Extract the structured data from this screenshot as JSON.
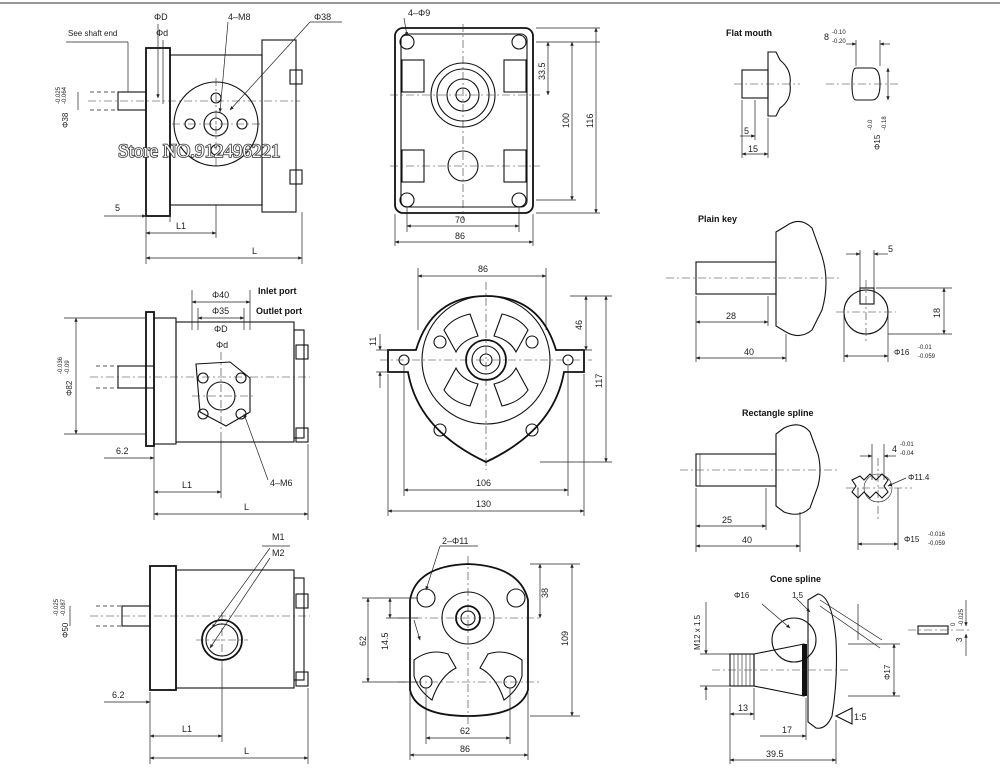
{
  "watermark": "Store NO.912496221",
  "views": {
    "top_left": {
      "see_shaft_end": "See shaft end",
      "phiD": "ΦD",
      "phid": "Φd",
      "bolts": "4–M8",
      "phi38": "Φ38",
      "shaft_dia": "Φ38",
      "shaft_tol_upper": "-0.025",
      "shaft_tol_lower": "-0.064",
      "dim_5": "5",
      "dim_L1": "L1",
      "dim_L": "L"
    },
    "top_middle": {
      "holes": "4–Φ9",
      "dim_33_5": "33.5",
      "dim_100": "100",
      "dim_116": "116",
      "dim_70": "70",
      "dim_86": "86"
    },
    "flat_mouth": {
      "title": "Flat mouth",
      "dim_8": "8",
      "tol_8_upper": "-0.10",
      "tol_8_lower": "-0.20",
      "dim_5": "5",
      "dim_15": "15",
      "dia": "Φ15",
      "dia_tol_upper": "-0.0",
      "dia_tol_lower": "-0.18"
    },
    "mid_left": {
      "phi40": "Φ40",
      "phi35": "Φ35",
      "inlet": "Inlet port",
      "outlet": "Outlet port",
      "phiD": "ΦD",
      "phid": "Φd",
      "shaft_dia": "Φ82",
      "shaft_tol_upper": "-0.036",
      "shaft_tol_lower": "-0.09",
      "bolts": "4–M6",
      "dim_6_2": "6.2",
      "dim_L1": "L1",
      "dim_L": "L"
    },
    "mid_center": {
      "dim_86": "86",
      "dim_11": "11",
      "dim_46": "46",
      "dim_117": "117",
      "dim_106": "106",
      "dim_130": "130"
    },
    "plain_key": {
      "title": "Plain key",
      "dim_5": "5",
      "dim_28": "28",
      "dim_40": "40",
      "dim_18": "18",
      "dia": "Φ16",
      "dia_tol_upper": "-0.01",
      "dia_tol_lower": "-0.059"
    },
    "rect_spline": {
      "title": "Rectangle spline",
      "dim_4": "4",
      "tol_4_upper": "-0.01",
      "tol_4_lower": "-0.04",
      "dia_11_4": "Φ11.4",
      "dim_25": "25",
      "dim_40": "40",
      "dia": "Φ15",
      "dia_tol_upper": "-0.016",
      "dia_tol_lower": "-0.059"
    },
    "bottom_left": {
      "m1": "M1",
      "m2": "M2",
      "shaft_dia": "Φ50",
      "shaft_tol_upper": "-0.025",
      "shaft_tol_lower": "-0.087",
      "dim_6_2": "6.2",
      "dim_L1": "L1",
      "dim_L": "L"
    },
    "bottom_middle": {
      "holes": "2–Φ11",
      "dim_38": "38",
      "dim_62_v": "62",
      "dim_14_5": "14.5",
      "dim_109": "109",
      "dim_62_h": "62",
      "dim_86": "86"
    },
    "cone_spline": {
      "title": "Cone spline",
      "dia_16": "Φ16",
      "dim_1_5": "1.5",
      "thread": "M12 x 1.5",
      "dim_3": "3",
      "tol_3_upper": "0",
      "tol_3_lower": "-0.025",
      "dia_17": "Φ17",
      "dim_13": "13",
      "dim_17": "17",
      "dim_39_5": "39.5",
      "taper": "1:5"
    }
  }
}
